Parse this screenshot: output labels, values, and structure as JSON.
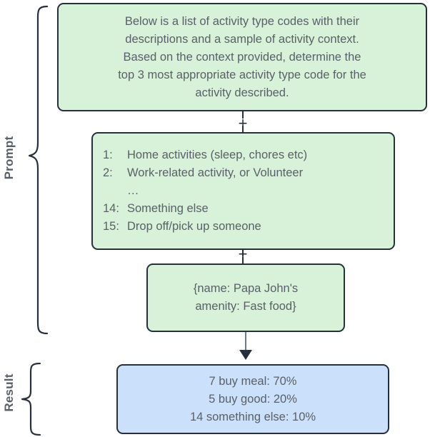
{
  "sections": {
    "prompt_label": "Prompt",
    "result_label": "Result"
  },
  "boxes": {
    "instruction": {
      "lines": [
        "Below is a list of activity type codes with their",
        "descriptions and a sample of activity context.",
        "Based on the context provided, determine the",
        "top 3 most appropriate activity type code for the",
        "activity described."
      ],
      "fill": "#d8f2d9"
    },
    "codes": {
      "fill": "#d8f2d9",
      "rows": [
        {
          "num": "1:",
          "desc": "Home activities (sleep, chores etc)"
        },
        {
          "num": "2:",
          "desc": "Work-related activity, or Volunteer"
        },
        {
          "num": "",
          "desc": "…"
        },
        {
          "num": "14:",
          "desc": "Something else"
        },
        {
          "num": "15:",
          "desc": "Drop off/pick up someone"
        }
      ]
    },
    "context": {
      "fill": "#d8f2d9",
      "lines": [
        "{name: Papa John's",
        "amenity: Fast food}"
      ]
    },
    "result": {
      "fill": "#cbe0fa",
      "lines": [
        "7 buy meal: 70%",
        "5 buy good: 20%",
        "14 something else: 10%"
      ]
    }
  },
  "connectors": {
    "plus_one": "+",
    "plus_two": "+"
  },
  "colors": {
    "green_fill": "#d8f2d9",
    "blue_fill": "#cbe0fa",
    "stroke": "#27303a",
    "text": "#5a6068"
  }
}
